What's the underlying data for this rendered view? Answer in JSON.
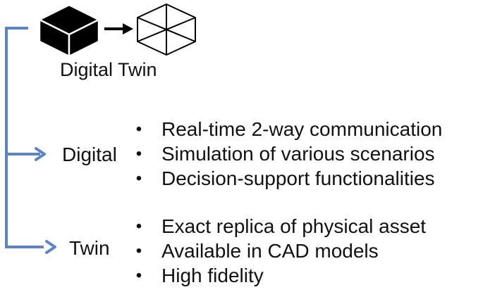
{
  "diagram": {
    "title": "Digital Twin",
    "sections": [
      {
        "label": "Digital",
        "items": [
          "Real-time 2-way communication",
          "Simulation of various scenarios",
          "Decision-support functionalities"
        ]
      },
      {
        "label": "Twin",
        "items": [
          "Exact replica of physical asset",
          "Available in CAD models",
          "High fidelity"
        ]
      }
    ],
    "bullet_glyph": "•",
    "icons": [
      "solid-cube-icon",
      "arrow-right-icon",
      "wireframe-cube-icon"
    ],
    "colors": {
      "connector": "#5a84c4",
      "text": "#111111",
      "cube_fill": "#000000",
      "background": "#ffffff"
    }
  }
}
